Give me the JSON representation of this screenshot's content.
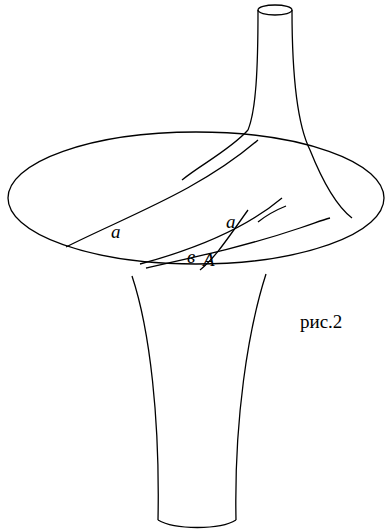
{
  "diagram": {
    "labels": [
      "а",
      "в",
      "А",
      "а",
      "рис.2"
    ]
  }
}
